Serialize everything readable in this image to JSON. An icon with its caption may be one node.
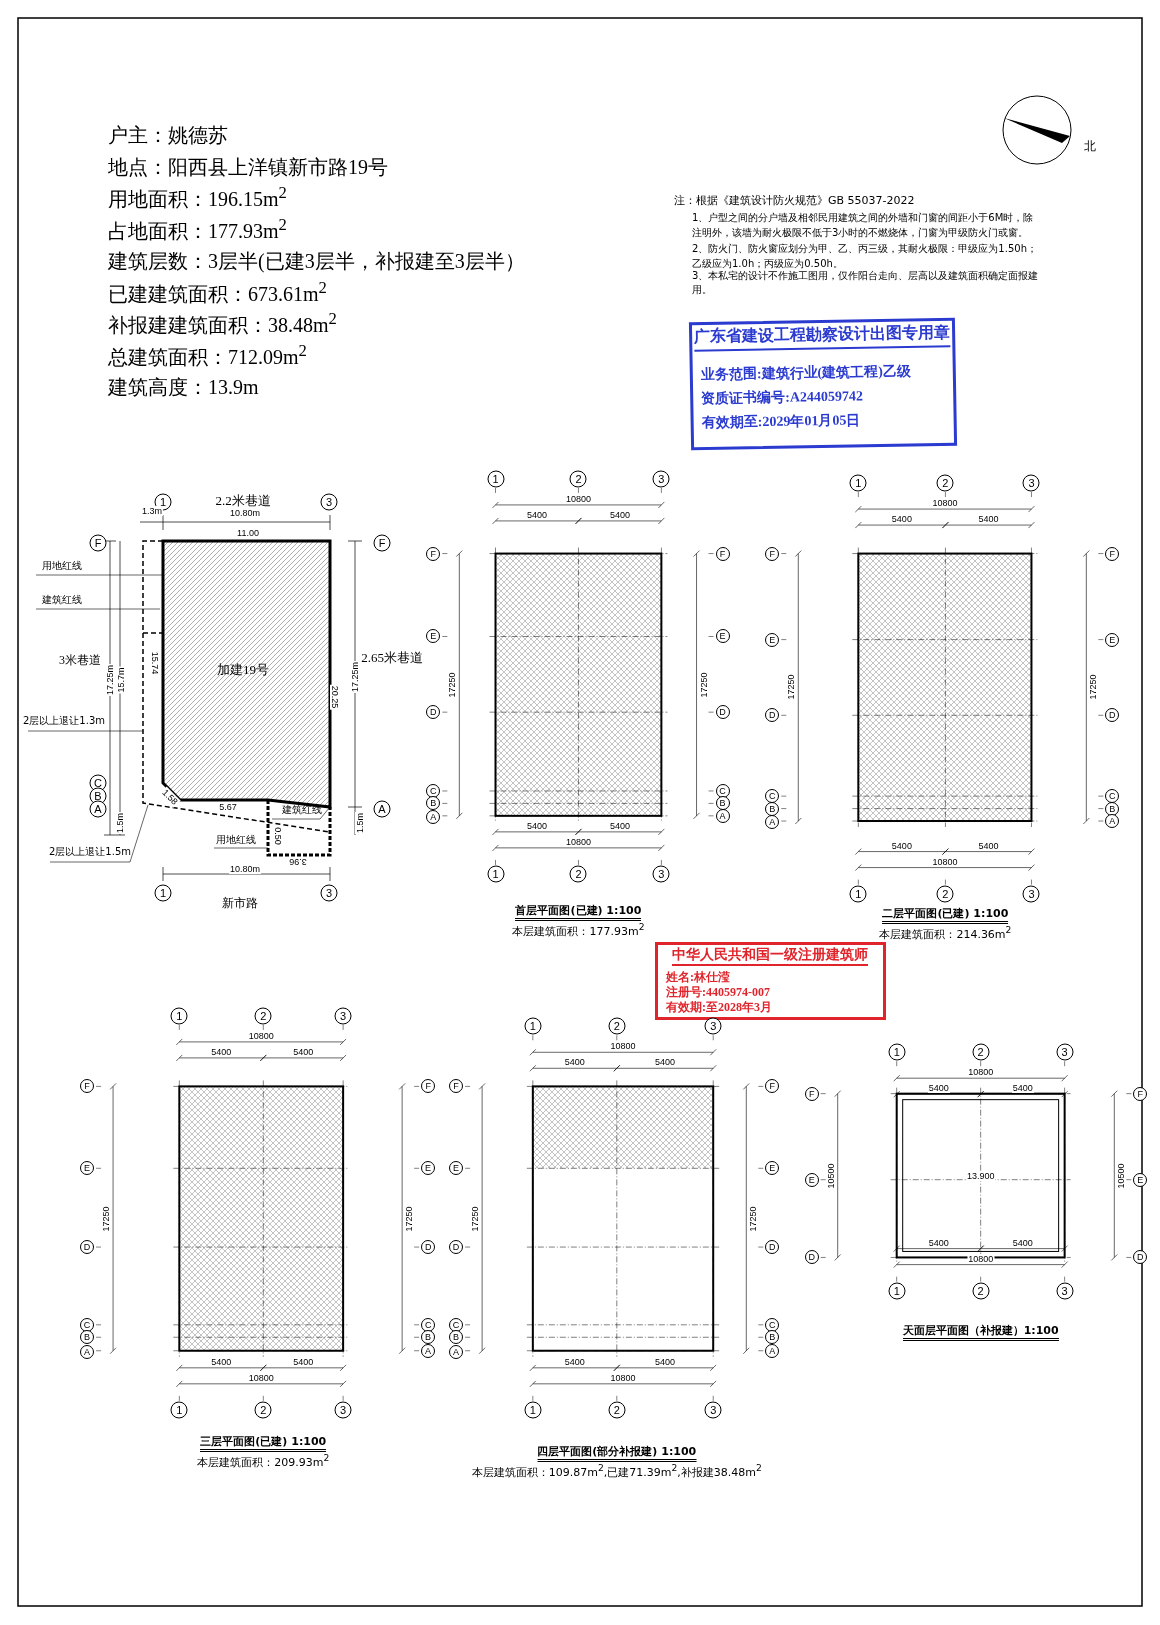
{
  "diagram": {
    "nodes": [
      {
        "text": [
          "用地红线"
        ]
      },
      {
        "text": [
          "建筑红线"
        ]
      },
      {
        "text": [
          "2层以上退让1.3m"
        ]
      },
      {
        "text": [
          "建筑红线"
        ]
      },
      {
        "text": [
          "用地红线"
        ]
      },
      {
        "text": [
          "2层以上退让1.5m"
        ]
      },
      {
        "text": [],
        "shape": "picture"
      }
    ],
    "edges": [
      {
        "from": 0,
        "to": 6,
        "arrow": "none"
      },
      {
        "from": 1,
        "to": 6,
        "arrow": "none"
      },
      {
        "from": 2,
        "to": 6,
        "arrow": "none"
      },
      {
        "from": 3,
        "to": 6,
        "arrow": "none"
      },
      {
        "from": 4,
        "to": 6,
        "arrow": "none"
      },
      {
        "from": 5,
        "to": 6,
        "arrow": "none"
      }
    ],
    "labels": [
      "户主：姚德苏",
      "地点：阳西县上洋镇新市路19号",
      "用地面积：196.15m$^{2}$",
      "占地面积：177.93m$^{2}$",
      "建筑层数：3层半(已建3层半，补报建至3层半）",
      "已建建筑面积：673.61m$^{2}$",
      "补报建建筑面积：38.48m$^{2}$",
      "总建筑面积：712.09m$^{2}$",
      "建筑高度：13.9m",
      "北",
      "注：根据《建筑设计防火规范》GB 55037-2022",
      "1、户型之间的分户墙及相邻民用建筑之间的外墙和门窗的间距小于6M时，除注明外，该墙为耐火极限不低于3小时的不燃烧体，门窗为甲级防火门或窗。",
      "2、防火门、防火窗应划分为甲、乙、丙三级，其耐火极限：甲级应为1.50h；乙级应为1.0h；丙级应为0.50h。",
      "3、本私宅的设计不作施工图用，仅作阳台走向、层高以及建筑面积确定面报建用。",
      "1",
      "3",
      "2.2米巷道",
      "1.3m",
      "10.80m",
      "11.00",
      "F",
      "F",
      "3米巷道",
      "17.25m",
      "15.7m",
      "15.74",
      "加建19号",
      "20.25",
      "17.25m",
      "2.65米巷道",
      "C",
      "B",
      "A",
      "1.58",
      "5.67",
      "A",
      "1.5m",
      "0.50",
      "1.5m",
      "3.96",
      "10.80m",
      "1",
      "3",
      "新市路",
      "1",
      "2",
      "3",
      "10800",
      "5400",
      "5400",
      "F",
      "E",
      "D",
      "C",
      "B",
      "A",
      "F",
      "E",
      "D",
      "C",
      "B",
      "A",
      "17250",
      "17250",
      "5400",
      "5400",
      "10800",
      "1",
      "2",
      "3",
      "首层平面图(已建) 1:100",
      "本层建筑面积：177.93m$^{2}$",
      "1",
      "2",
      "3",
      "10800",
      "5400",
      "5400",
      "F",
      "E",
      "D",
      "C",
      "B",
      "A",
      "F",
      "E",
      "D",
      "C",
      "B",
      "A",
      "17250",
      "17250",
      "5400",
      "5400",
      "10800",
      "1",
      "2",
      "3",
      "二层平面图(已建) 1:100",
      "本层建筑面积：214.36m$^{2}$",
      "广东省建设工程勘察设计出图专用章",
      "业务范围:建筑行业(建筑工程)乙级",
      "资质证书编号:A244059742",
      "有效期至:2029年01月05日",
      "中华人民共和国一级注册建筑师",
      "姓名:林仕滢",
      "注册号:4405974-007",
      "有效期:至2028年3月",
      "1",
      "2",
      "3",
      "10800",
      "5400",
      "5400",
      "F",
      "E",
      "D",
      "C",
      "B",
      "A",
      "F",
      "E",
      "D",
      "C",
      "B",
      "A",
      "17250",
      "17250",
      "5400",
      "5400",
      "10800",
      "1",
      "2",
      "3",
      "三层平面图(已建) 1:100",
      "本层建筑面积：209.93m$^{2}$",
      "1",
      "2",
      "3",
      "10800",
      "5400",
      "5400",
      "F",
      "E",
      "D",
      "C",
      "B",
      "A",
      "F",
      "E",
      "D",
      "C",
      "B",
      "A",
      "17250",
      "17250",
      "5400",
      "5400",
      "10800",
      "1",
      "2",
      "3",
      "四层平面图(部分补报建) 1:100",
      "本层建筑面积：109.87m$^{2}$,已建71.39m$^{2}$,补报建38.48m$^{2}$",
      "1",
      "2",
      "3",
      "10800",
      "5400",
      "5400",
      "F",
      "E",
      "D",
      "F",
      "E",
      "D",
      "10500",
      "10500",
      "5400",
      "5400",
      "10800",
      "1",
      "2",
      "3",
      "天面层平面图（补报建）1:100",
      "13.900"
    ]
  }
}
